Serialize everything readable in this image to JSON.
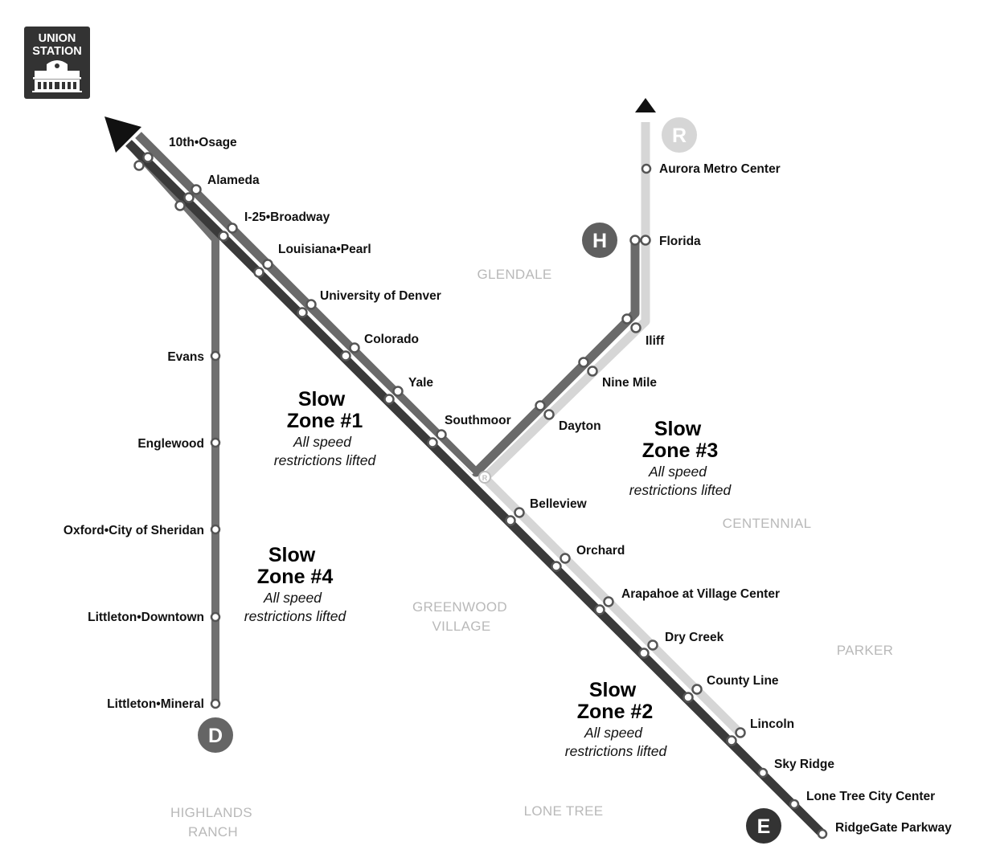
{
  "union_station": {
    "line1": "UNION",
    "line2": "STATION"
  },
  "routes": {
    "R": {
      "letter": "R",
      "color": "#d6d6d6"
    },
    "H": {
      "letter": "H",
      "color": "#6b6b6b"
    },
    "D": {
      "letter": "D",
      "color": "#707070"
    },
    "E": {
      "letter": "E",
      "color": "#3d3d3d"
    }
  },
  "stations": {
    "tenth_osage": "10th•Osage",
    "alameda": "Alameda",
    "i25_broadway": "I-25•Broadway",
    "louisiana_pearl": "Louisiana•Pearl",
    "university_of_denver": "University of Denver",
    "colorado": "Colorado",
    "yale": "Yale",
    "southmoor": "Southmoor",
    "belleview": "Belleview",
    "orchard": "Orchard",
    "arapahoe": "Arapahoe at Village Center",
    "dry_creek": "Dry Creek",
    "county_line": "County Line",
    "lincoln": "Lincoln",
    "sky_ridge": "Sky Ridge",
    "lone_tree_city_center": "Lone Tree City Center",
    "ridgegate": "RidgeGate Parkway",
    "evans": "Evans",
    "englewood": "Englewood",
    "oxford": "Oxford•City of Sheridan",
    "littleton_downtown": "Littleton•Downtown",
    "littleton_mineral": "Littleton•Mineral",
    "dayton": "Dayton",
    "nine_mile": "Nine Mile",
    "iliff": "Iliff",
    "florida": "Florida",
    "aurora_metro_center": "Aurora Metro Center"
  },
  "areas": {
    "glendale": "GLENDALE",
    "centennial": "CENTENNIAL",
    "greenwood_1": "GREENWOOD",
    "greenwood_2": "VILLAGE",
    "parker": "PARKER",
    "highlands_1": "HIGHLANDS",
    "highlands_2": "RANCH",
    "lone_tree": "LONE TREE"
  },
  "zones": {
    "z1": {
      "line1": "Slow",
      "line2": "Zone #1",
      "note1": "All speed",
      "note2": "restrictions lifted"
    },
    "z2": {
      "line1": "Slow",
      "line2": "Zone #2",
      "note1": "All speed",
      "note2": "restrictions lifted"
    },
    "z3": {
      "line1": "Slow",
      "line2": "Zone #3",
      "note1": "All speed",
      "note2": "restrictions lifted"
    },
    "z4": {
      "line1": "Slow",
      "line2": "Zone #4",
      "note1": "All speed",
      "note2": "restrictions lifted"
    }
  }
}
